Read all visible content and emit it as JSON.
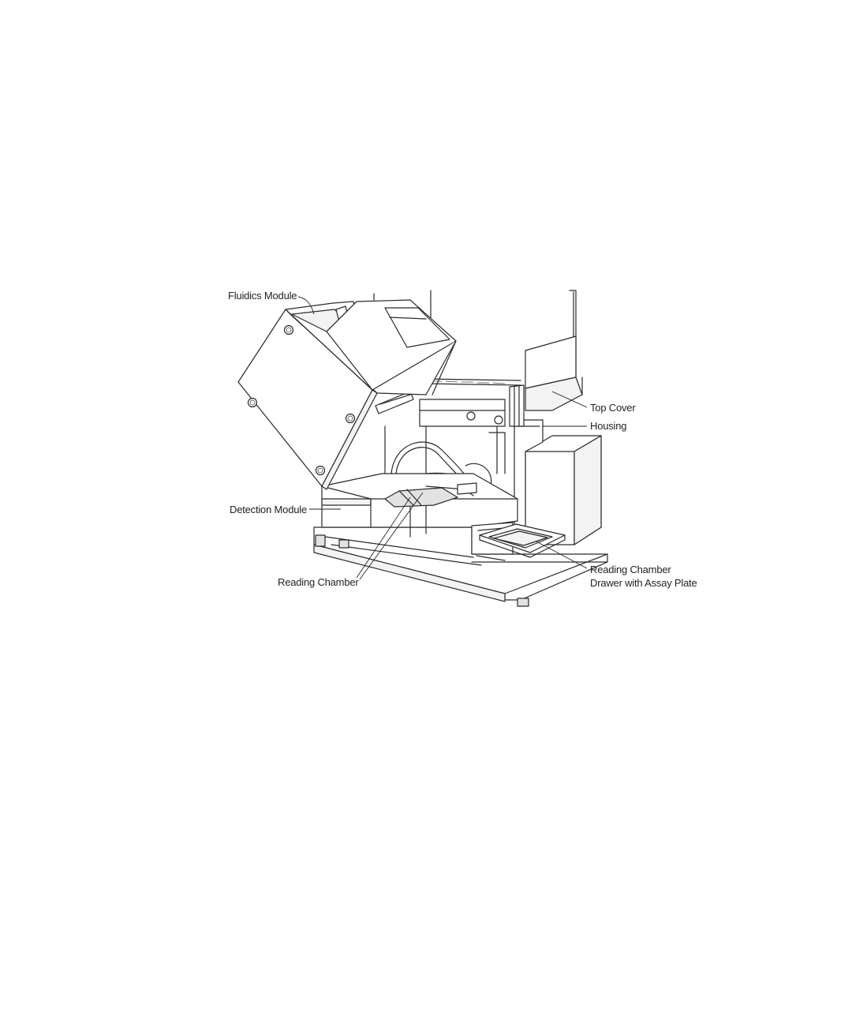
{
  "figure": {
    "labels": {
      "fluidics_module": "Fluidics Module",
      "top_cover": "Top Cover",
      "housing": "Housing",
      "detection_module": "Detection Module",
      "reading_chamber": "Reading Chamber",
      "drawer_line1": "Reading Chamber",
      "drawer_line2": "Drawer with Assay Plate"
    }
  }
}
